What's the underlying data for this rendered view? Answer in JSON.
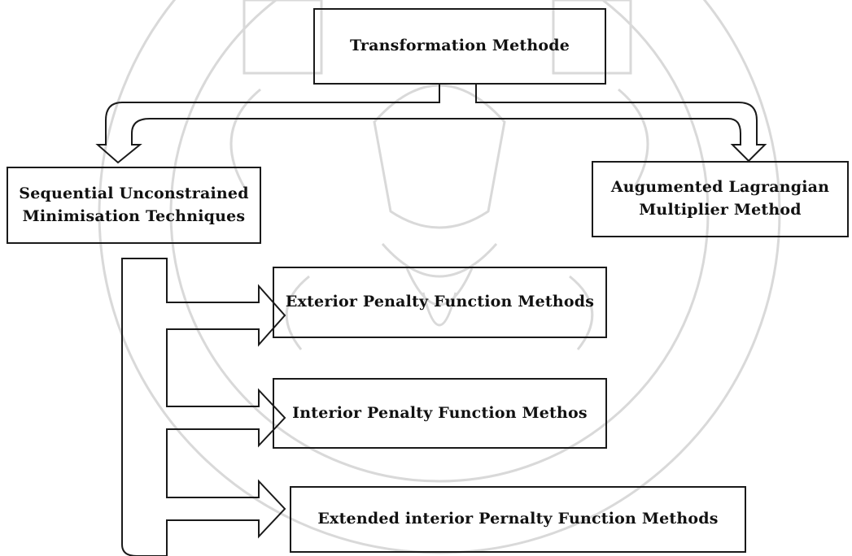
{
  "diagram": {
    "root": {
      "label": "Transformation Methode"
    },
    "branches": [
      {
        "id": "sumt",
        "label": "Sequential Unconstrained\nMinimisation Techniques"
      },
      {
        "id": "almm",
        "label": "Augumented Lagrangian\nMultiplier Method"
      }
    ],
    "sub_methods": [
      {
        "label": "Exterior Penalty Function Methods"
      },
      {
        "label": "Interior Penalty Function Methos"
      },
      {
        "label": "Extended interior Pernalty Function Methods"
      }
    ]
  },
  "colors": {
    "line": "#1a1a1a",
    "text": "#111111",
    "watermark": "#d9d9d9",
    "background": "#ffffff"
  }
}
